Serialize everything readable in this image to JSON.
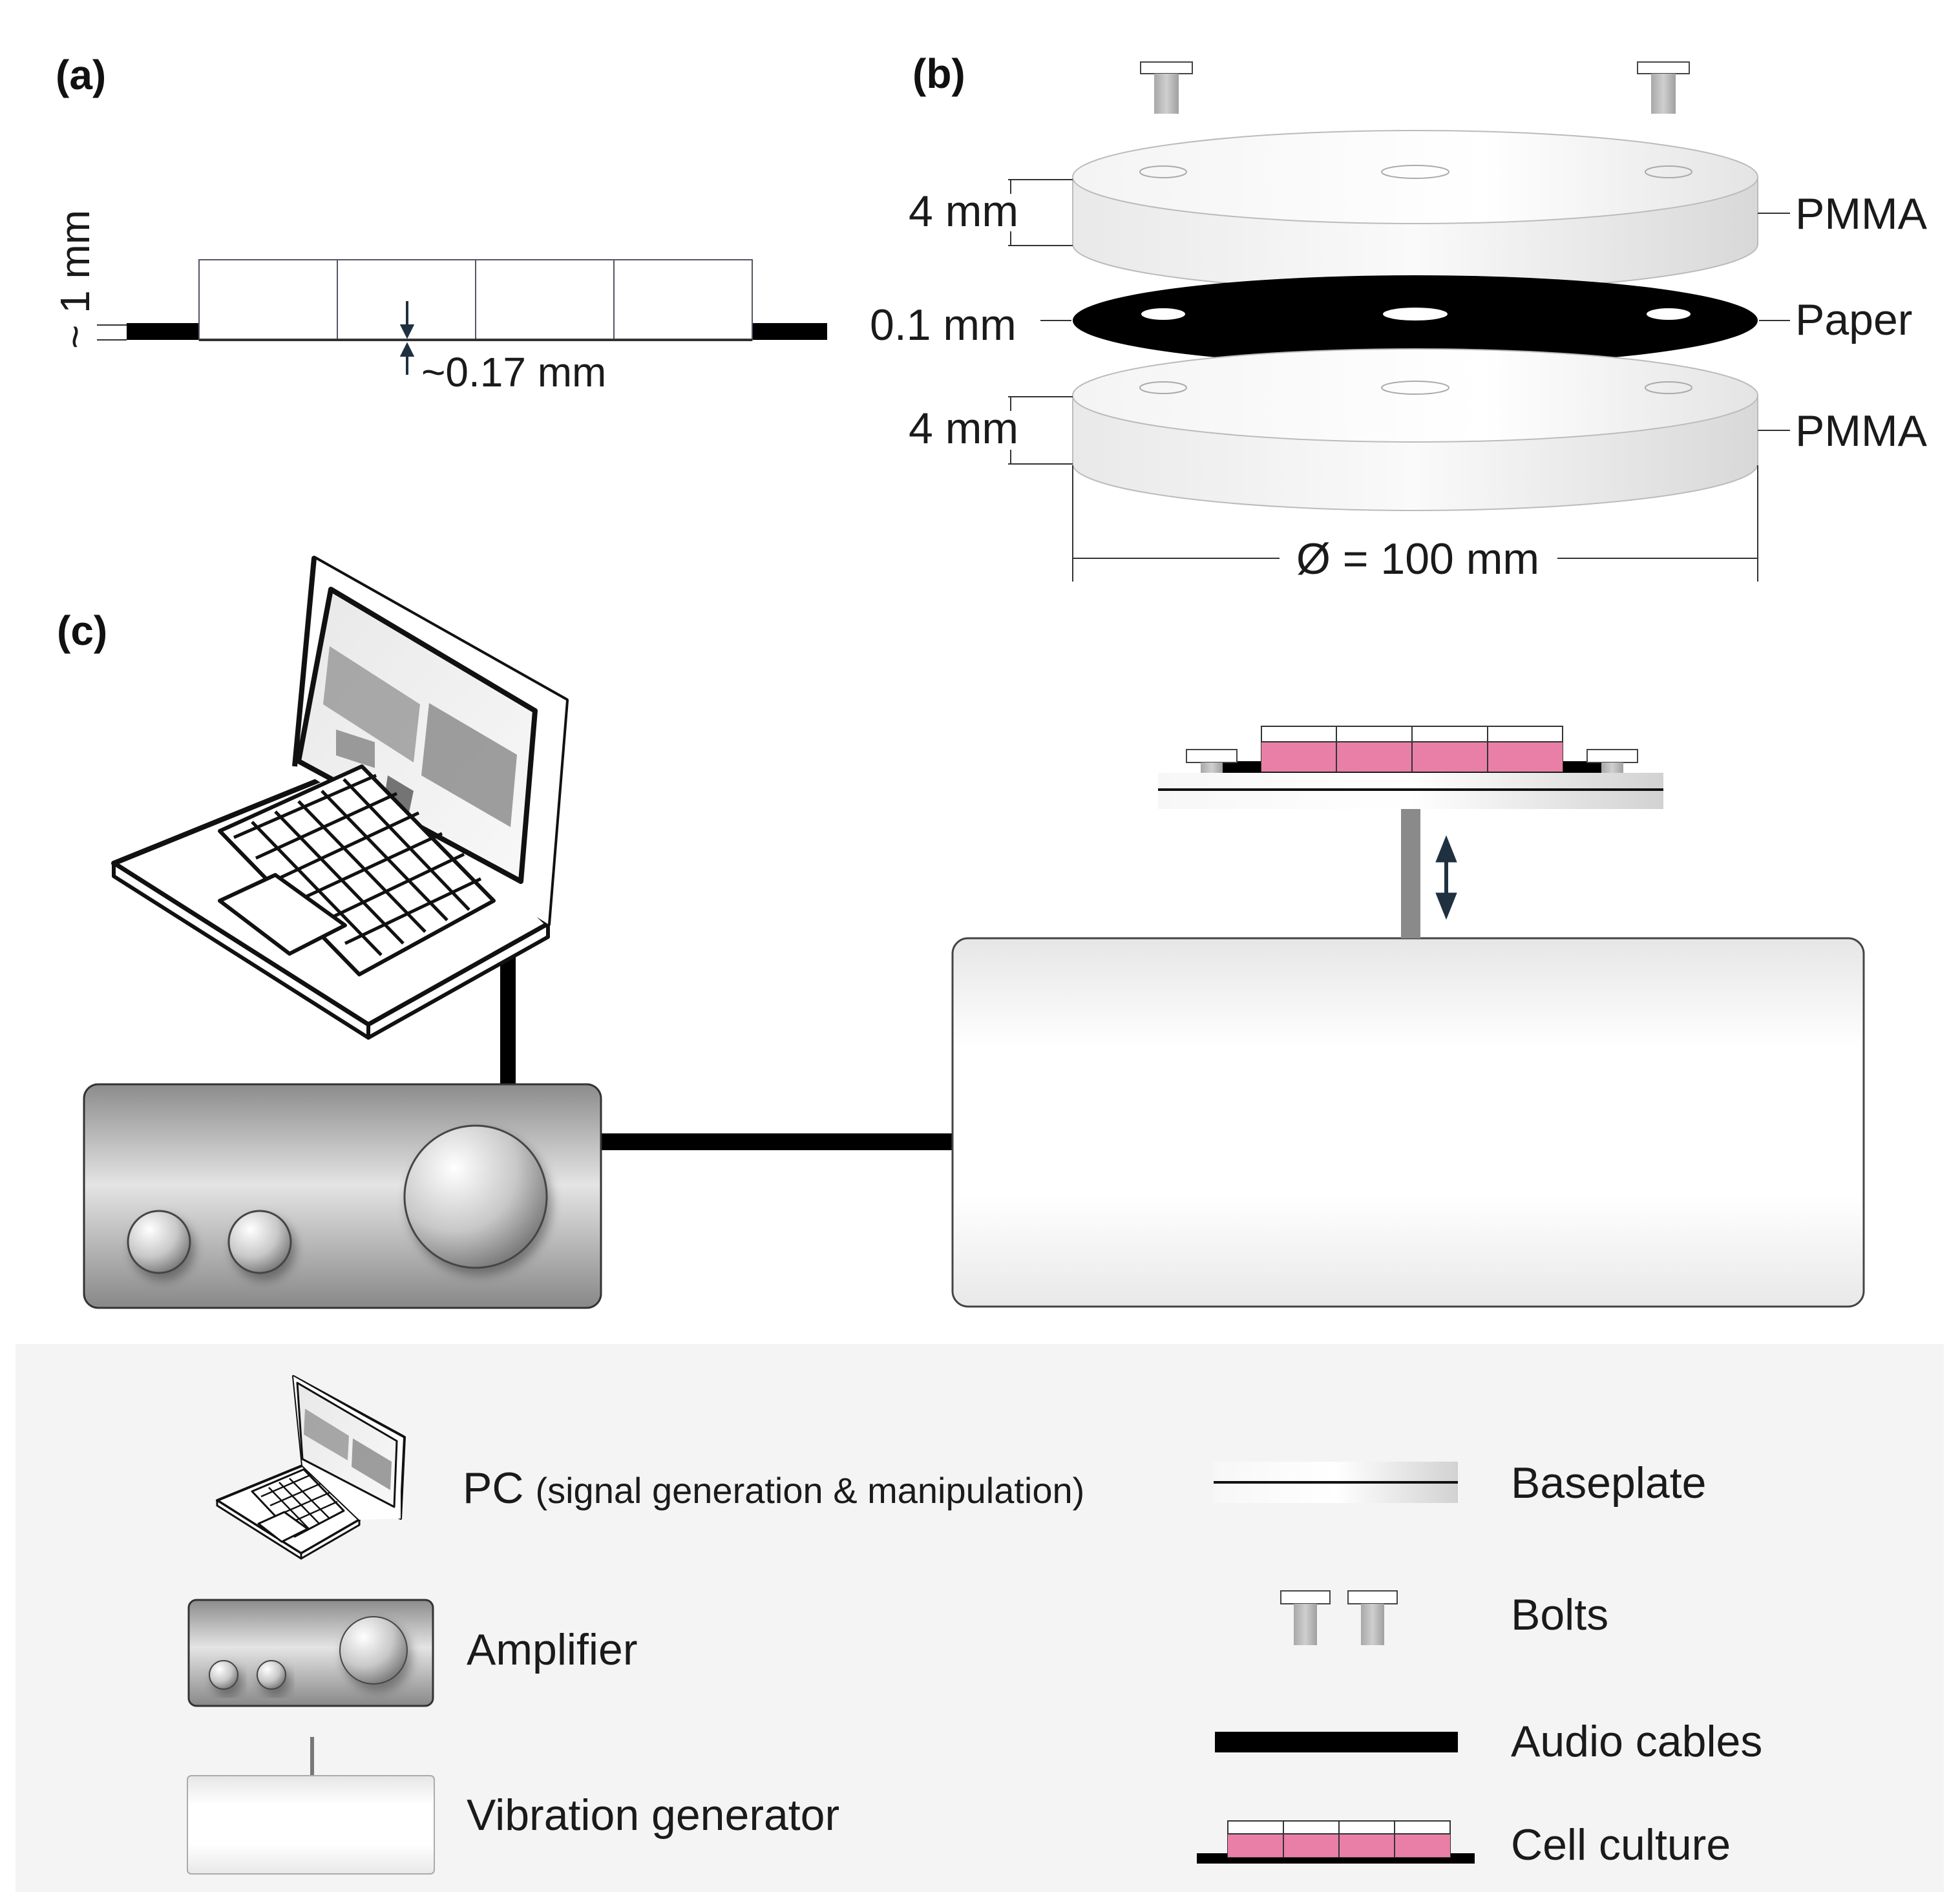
{
  "panels": {
    "a": "(a)",
    "b": "(b)",
    "c": "(c)"
  },
  "panel_a": {
    "height_label": "~ 1 mm",
    "thickness_label": "~0.17 mm",
    "well_count": 4
  },
  "panel_b": {
    "top_thickness": "4 mm",
    "paper_thickness": "0.1 mm",
    "bottom_thickness": "4 mm",
    "diameter": "Ø = 100 mm",
    "top_layer": "PMMA",
    "middle_layer": "Paper",
    "bottom_layer": "PMMA"
  },
  "legend": {
    "pc": "PC",
    "pc_note": "(signal generation & manipulation)",
    "amplifier": "Amplifier",
    "vibration_generator": "Vibration generator",
    "baseplate": "Baseplate",
    "bolts": "Bolts",
    "audio_cables": "Audio cables",
    "cell_culture": "Cell culture"
  },
  "colors": {
    "cell_culture": "#e97fa6",
    "cable": "#000000",
    "outline": "#333333",
    "legend_bg": "#f4f4f4",
    "arrow": "#1f3140"
  }
}
